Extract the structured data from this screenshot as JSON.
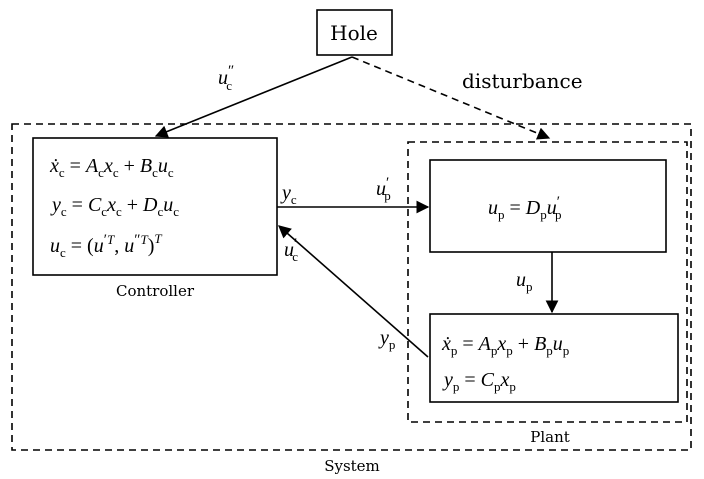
{
  "nodes": {
    "hole": "Hole",
    "disturbance": "disturbance",
    "controller_caption": "Controller",
    "plant_caption": "Plant",
    "system_caption": "System"
  },
  "equations": {
    "ctrl_1": [
      "ẋ",
      "c",
      " = ",
      "A",
      "c",
      "x",
      "c",
      " + ",
      "B",
      "c",
      "u",
      "c"
    ],
    "ctrl_2": [
      "y",
      "c",
      " = ",
      "C",
      "c",
      "x",
      "c",
      " + ",
      "D",
      "c",
      "u",
      "c"
    ],
    "ctrl_3_lhs": [
      "u",
      "c",
      " = (",
      "u",
      "′",
      "T",
      ", ",
      "u",
      "″",
      "T",
      ")",
      "T"
    ],
    "plant_static": [
      "u",
      "p",
      " = ",
      "D",
      "p",
      "u",
      "′",
      "p"
    ],
    "plant_1": [
      "ẋ",
      "p",
      " = ",
      "A",
      "p",
      "x",
      "p",
      " + ",
      "B",
      "p",
      "u",
      "p"
    ],
    "plant_2": [
      "y",
      "p",
      " = ",
      "C",
      "p",
      "x",
      "p"
    ]
  },
  "signals": {
    "u_c_dd": [
      "u",
      "″",
      "c"
    ],
    "y_c": [
      "y",
      "c"
    ],
    "u_p_prime": [
      "u",
      "′",
      "p"
    ],
    "u_c_prime": [
      "u",
      "′",
      "c"
    ],
    "u_p": [
      "u",
      "p"
    ],
    "y_p": [
      "y",
      "p"
    ]
  }
}
